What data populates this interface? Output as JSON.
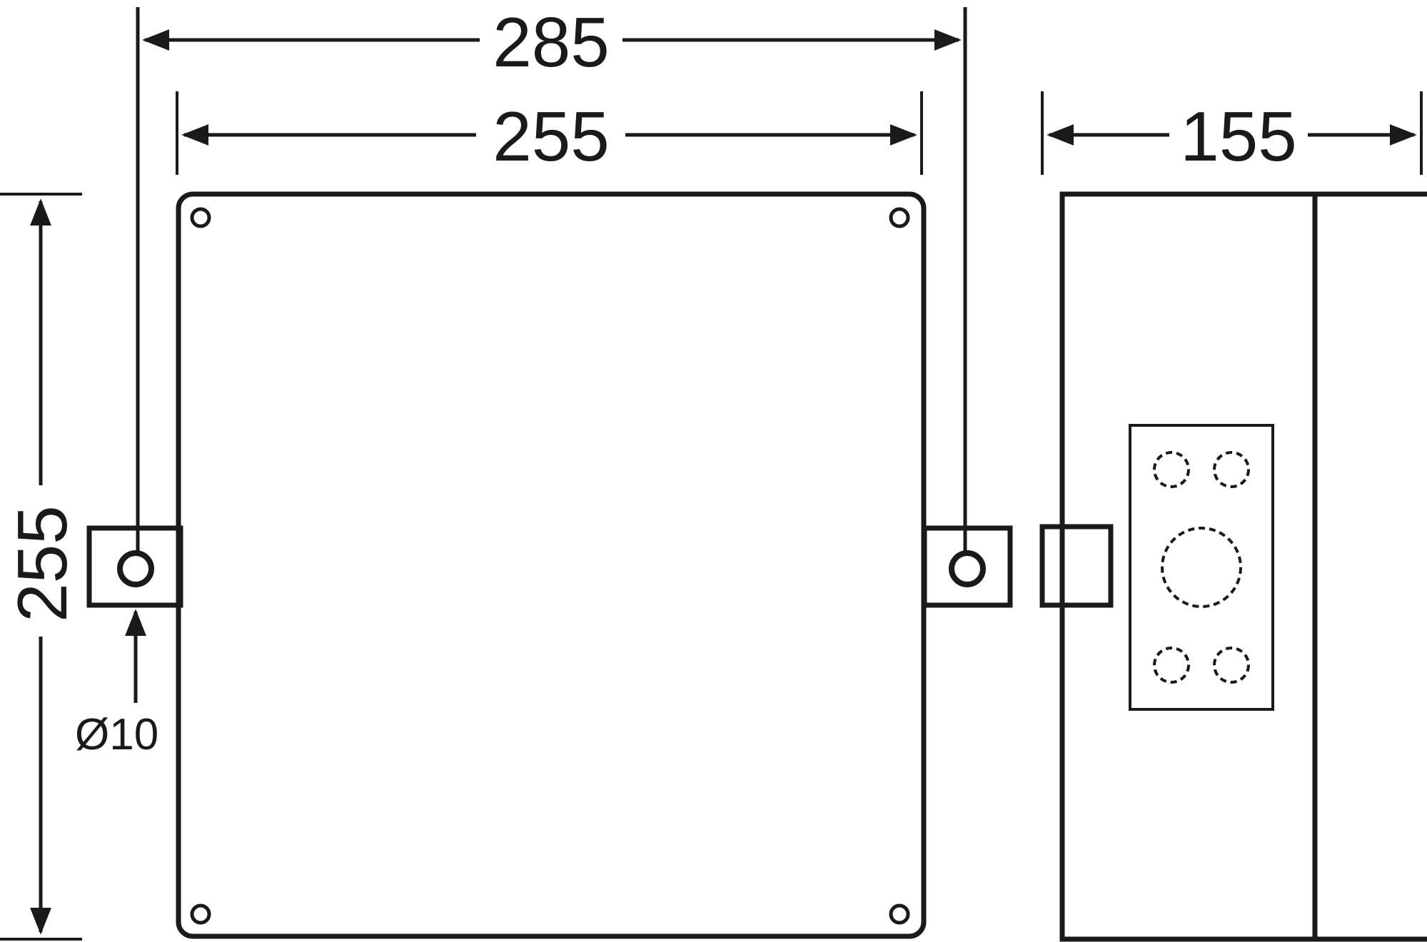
{
  "colors": {
    "line": "#1a1a1a",
    "background": "#ffffff"
  },
  "dimensions": {
    "overall_width": "285",
    "body_width": "255",
    "depth": "155",
    "height": "255",
    "mount_hole": "Ø10"
  }
}
